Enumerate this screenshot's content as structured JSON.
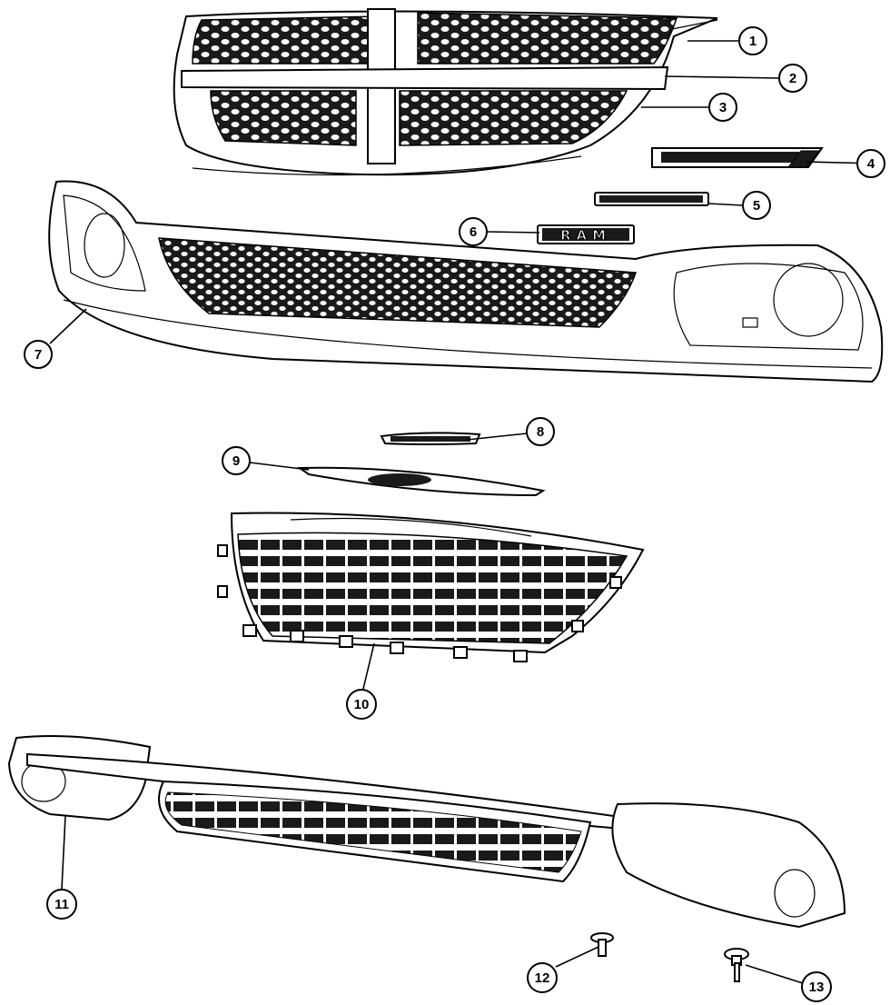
{
  "callouts": [
    {
      "id": "1",
      "label": "1"
    },
    {
      "id": "2",
      "label": "2"
    },
    {
      "id": "3",
      "label": "3"
    },
    {
      "id": "4",
      "label": "4"
    },
    {
      "id": "5",
      "label": "5"
    },
    {
      "id": "6",
      "label": "6"
    },
    {
      "id": "7",
      "label": "7"
    },
    {
      "id": "8",
      "label": "8"
    },
    {
      "id": "9",
      "label": "9"
    },
    {
      "id": "10",
      "label": "10"
    },
    {
      "id": "11",
      "label": "11"
    },
    {
      "id": "12",
      "label": "12"
    },
    {
      "id": "13",
      "label": "13"
    }
  ],
  "emblems": {
    "ram_text": "RAM"
  },
  "colors": {
    "line": "#000000",
    "background": "#ffffff",
    "mesh": "#1a1a1a"
  }
}
